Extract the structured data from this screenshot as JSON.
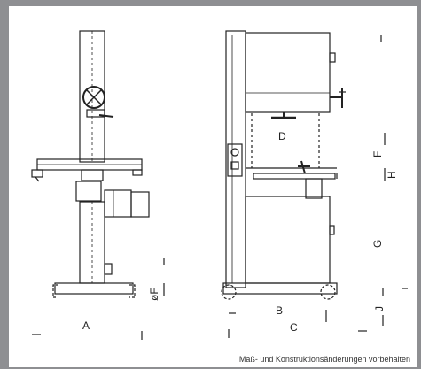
{
  "labels": {
    "A": "A",
    "B": "B",
    "C": "C",
    "D": "D",
    "F": "F",
    "G": "G",
    "H": "H",
    "J": "J",
    "phiF": "øF"
  },
  "footnote": "Maß- und Konstruktionsänderungen vorbehalten",
  "colors": {
    "frame": "#8e8f92",
    "panel": "#ffffff",
    "line": "#222222"
  }
}
